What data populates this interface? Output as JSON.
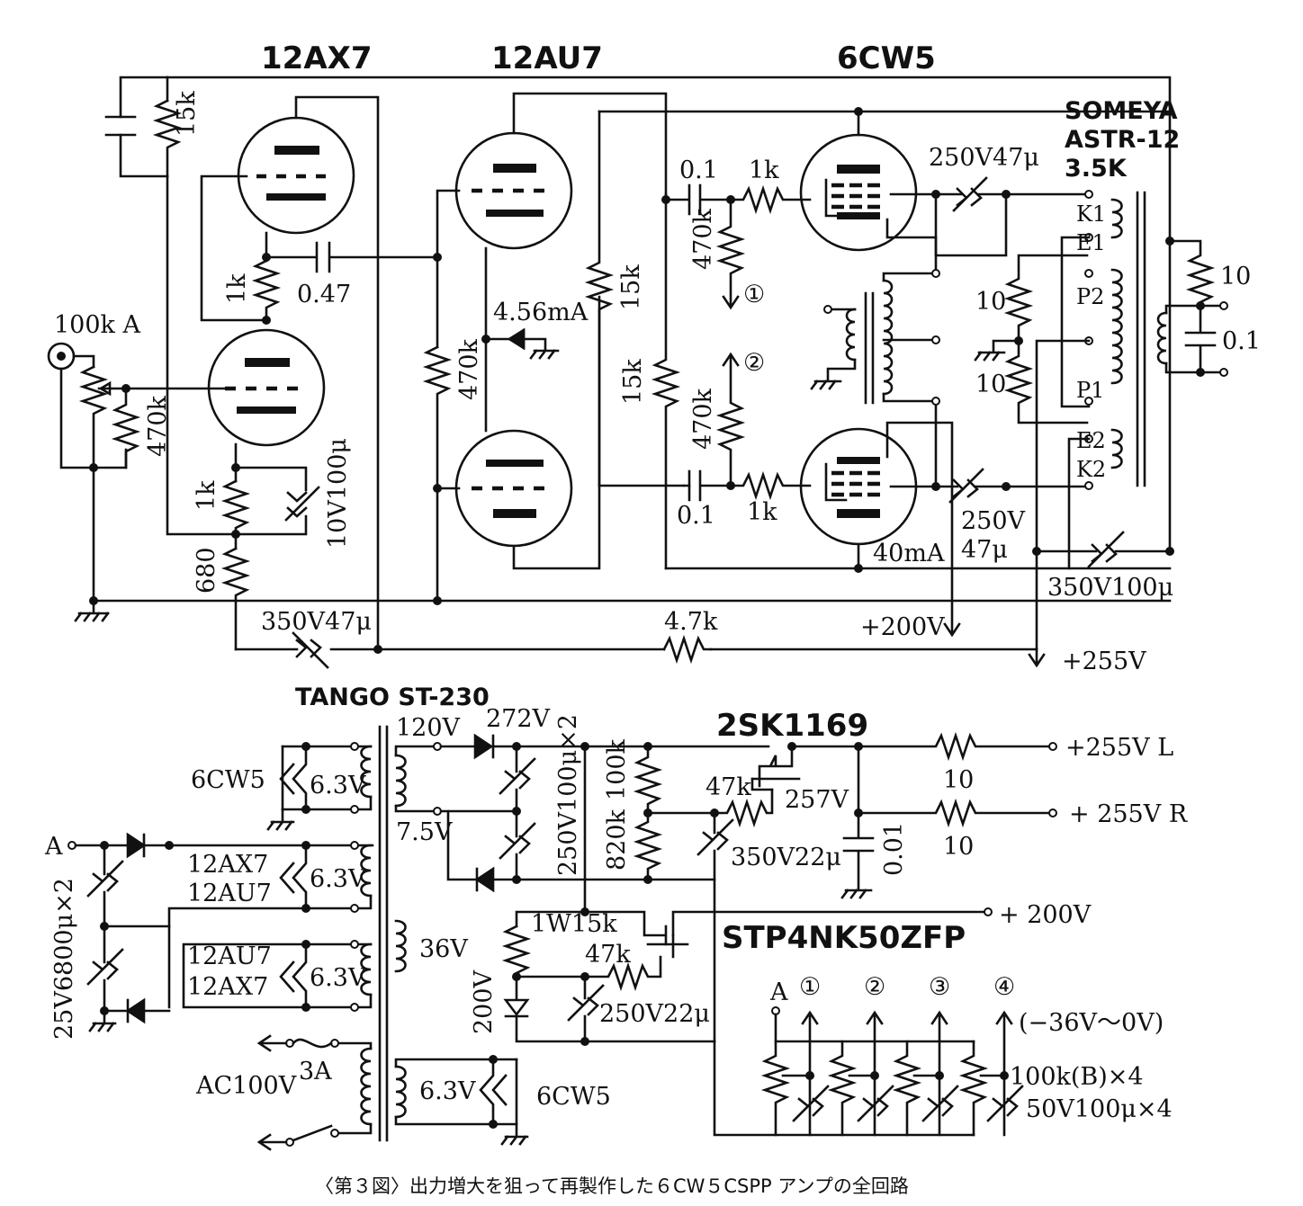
{
  "tubes": {
    "t1": "12AX7",
    "t2": "12AU7",
    "t3": "6CW5"
  },
  "transformer_output": {
    "maker": "SOMEYA",
    "model": "ASTR-12",
    "impedance": "3.5K",
    "taps": [
      "K1",
      "E1",
      "P2",
      "P1",
      "E2",
      "K2"
    ]
  },
  "amp": {
    "input_pot": "100k A",
    "r_15k_top": "15k",
    "r_1k_plate": "1k",
    "cap_047": "0.47",
    "r_470k_grid": "470k",
    "r_1k_cathode": "1k",
    "cap_10v100": "10V100μ",
    "r_680": "680",
    "r_470k_pi": "470k",
    "current_pi": "4.56mA",
    "r_15k_a": "15k",
    "r_15k_b": "15k",
    "cap_01_top": "0.1",
    "cap_01_bot": "0.1",
    "r_1k_grid_top": "1k",
    "r_1k_grid_bot": "1k",
    "r_470k_top": "470k",
    "r_470k_bot": "470k",
    "bias1": "①",
    "bias2": "②",
    "cap_250v47_top": "250V47μ",
    "cap_250v": "250V",
    "cap_47u": "47μ",
    "current_out": "40mA",
    "r_10_a": "10",
    "r_10_b": "10",
    "r_10_zobel": "10",
    "cap_01_zobel": "0.1",
    "cap_350v100": "350V100μ",
    "cap_350v47": "350V47μ",
    "r_47k": "4.7k",
    "rail_200": "+200V",
    "rail_255": "+255V"
  },
  "psu": {
    "power_tx": "TANGO ST-230",
    "mosfet1": "2SK1169",
    "mosfet2": "STP4NK50ZFP",
    "v120": "120V",
    "v75": "7.5V",
    "v272": "272V",
    "caps_250v100": "250V100μ×2",
    "r_100k": "100k",
    "r_820k": "820k",
    "r_47k_g1": "47k",
    "v257": "257V",
    "cap_350v22": "350V22μ",
    "cap_001": "0.01",
    "r_10_l": "10",
    "r_10_r": "10",
    "out_l": "+255V L",
    "out_r": "+ 255V R",
    "out_200": "+ 200V",
    "r_1w15k": "1W15k",
    "r_47k_g2": "47k",
    "zener": "200V",
    "cap_250v22": "250V22μ",
    "h1_tube": "6CW5",
    "h1_v": "6.3V",
    "node_a": "A",
    "h2_tube_a": "12AX7",
    "h2_tube_b": "12AU7",
    "h2_v": "6.3V",
    "h3_tube_a": "12AU7",
    "h3_tube_b": "12AX7",
    "h3_v": "6.3V",
    "v36": "36V",
    "h4_v": "6.3V",
    "h4_tube": "6CW5",
    "caps_heater": "25V6800μ×2",
    "mains": "AC100V",
    "fuse": "3A",
    "bias_node_a": "A",
    "bias_n1": "①",
    "bias_n2": "②",
    "bias_n3": "③",
    "bias_n4": "④",
    "bias_range": "(−36V〜0V)",
    "bias_pots": "100k(B)×4",
    "bias_caps": "50V100μ×4"
  },
  "caption": "〈第３図〉出力増大を狙って再製作した６CW５CSPP アンプの全回路"
}
